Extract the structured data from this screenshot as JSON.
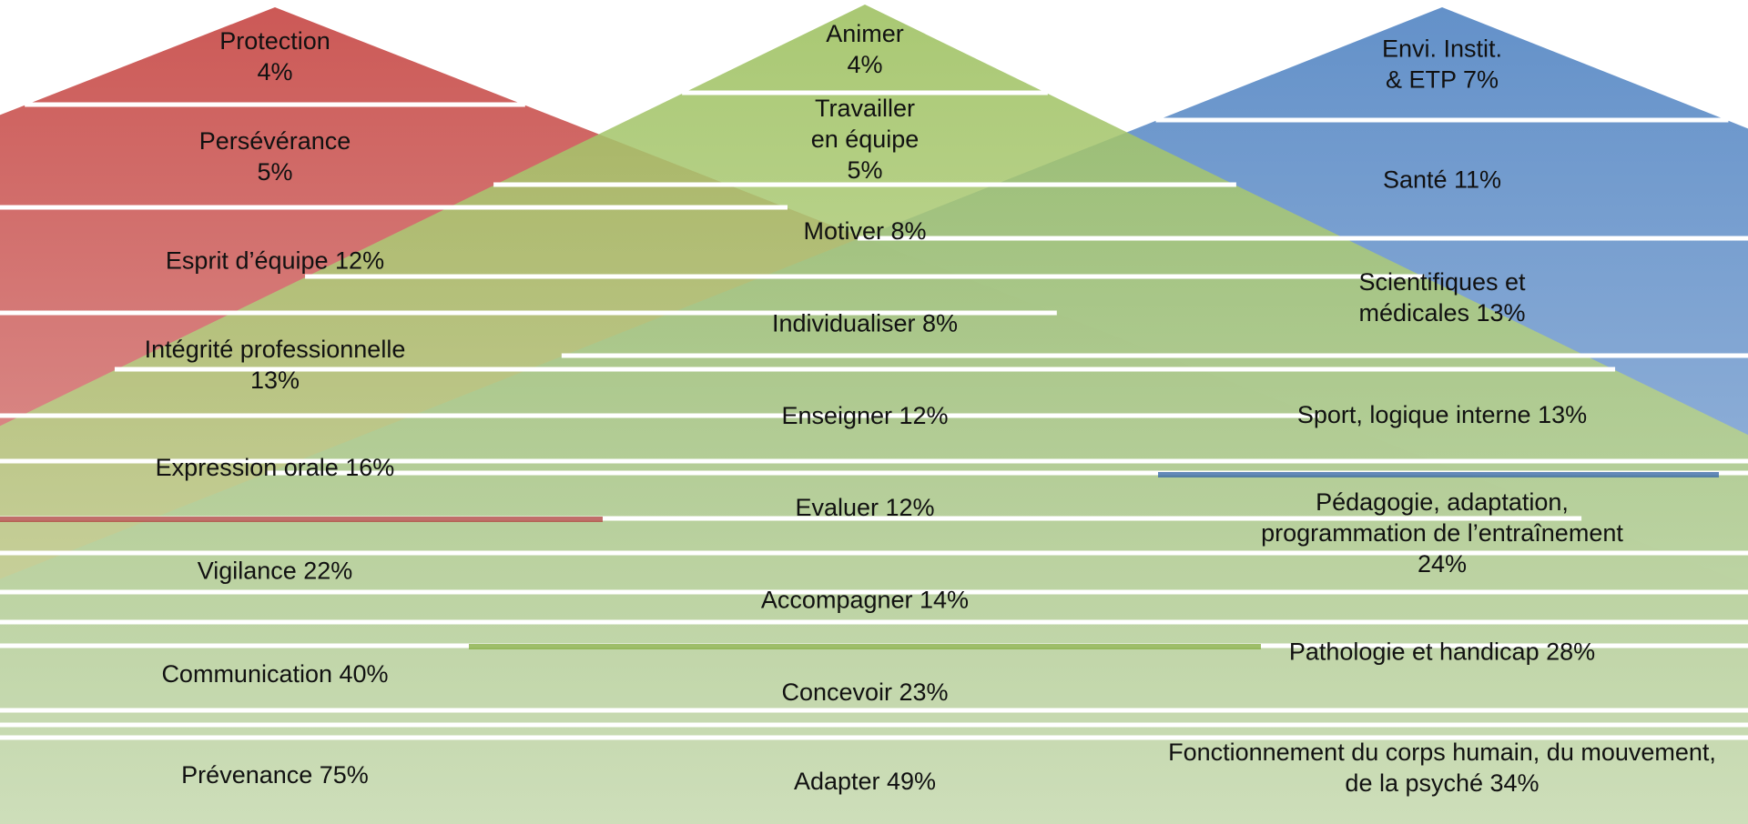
{
  "pyramids": [
    {
      "id": "red",
      "color": "#d0605c",
      "layers": [
        {
          "label": "Protection\n4%"
        },
        {
          "label": "Persévérance\n5%"
        },
        {
          "label": "Esprit d’équipe 12%"
        },
        {
          "label": "Intégrité professionnelle\n13%"
        },
        {
          "label": "Expression orale 16%"
        },
        {
          "label": "Vigilance 22%"
        },
        {
          "label": "Communication 40%"
        },
        {
          "label": "Prévenance 75%"
        }
      ]
    },
    {
      "id": "green",
      "color": "#a3c46a",
      "layers": [
        {
          "label": "Animer\n4%"
        },
        {
          "label": "Travailler\nen équipe\n5%"
        },
        {
          "label": "Motiver 8%"
        },
        {
          "label": "Individualiser 8%"
        },
        {
          "label": "Enseigner 12%"
        },
        {
          "label": "Evaluer 12%"
        },
        {
          "label": "Accompagner 14%"
        },
        {
          "label": "Concevoir 23%"
        },
        {
          "label": "Adapter 49%"
        }
      ]
    },
    {
      "id": "blue",
      "color": "#5d8dc6",
      "layers": [
        {
          "label": "Envi. Instit.\n& ETP 7%"
        },
        {
          "label": "Santé 11%"
        },
        {
          "label": "Scientifiques et\nmédicales 13%"
        },
        {
          "label": "Sport, logique interne 13%"
        },
        {
          "label": "Pédagogie, adaptation,\nprogrammation de l’entraînement\n24%"
        },
        {
          "label": "Pathologie et handicap 28%"
        },
        {
          "label": "Fonctionnement du corps humain, du mouvement,\nde la psyché 34%"
        }
      ]
    }
  ]
}
